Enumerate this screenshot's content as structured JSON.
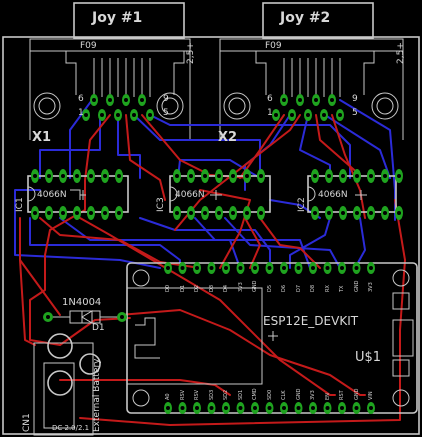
{
  "connectors": [
    {
      "tab_label": "Joy #1",
      "part": "F09",
      "ref": "X1",
      "pin_left_top": "6",
      "pin_left_bottom": "1",
      "pin_right_top": "9",
      "pin_right_bottom": "5",
      "rating": "2,5+"
    },
    {
      "tab_label": "Joy #2",
      "part": "F09",
      "ref": "X2",
      "pin_left_top": "6",
      "pin_left_bottom": "1",
      "pin_right_top": "9",
      "pin_right_bottom": "5",
      "rating": "2,5+"
    }
  ],
  "ics": [
    {
      "ref": "IC1",
      "part": "4066N"
    },
    {
      "ref": "IC3",
      "part": "4066N"
    },
    {
      "ref": "IC2",
      "part": "4066N"
    }
  ],
  "diode": {
    "part": "1N4004",
    "ref": "D1"
  },
  "dc_jack": {
    "ref": "CN1",
    "part": "DC 2.0/2.1",
    "label": "External Battery"
  },
  "module": {
    "name": "ESP12E_DEVKIT",
    "ref": "U$1",
    "top_pins": [
      "D0",
      "D1",
      "D2",
      "D3",
      "D4",
      "3V3",
      "GND",
      "D5",
      "D6",
      "D7",
      "D8",
      "RX",
      "TX",
      "GND",
      "3V3"
    ],
    "bottom_pins": [
      "A0",
      "RSV",
      "RSV",
      "SD3",
      "SD2",
      "SD1",
      "CMD",
      "SD0",
      "CLK",
      "GND",
      "3V3",
      "EN",
      "RST",
      "GND",
      "VIN"
    ]
  },
  "colors": {
    "board": "#000000",
    "silkscreen": "#c8c8c8",
    "top_copper": "#c41a1a",
    "bottom_copper": "#2b2bd8",
    "pad": "#1fa31f"
  }
}
